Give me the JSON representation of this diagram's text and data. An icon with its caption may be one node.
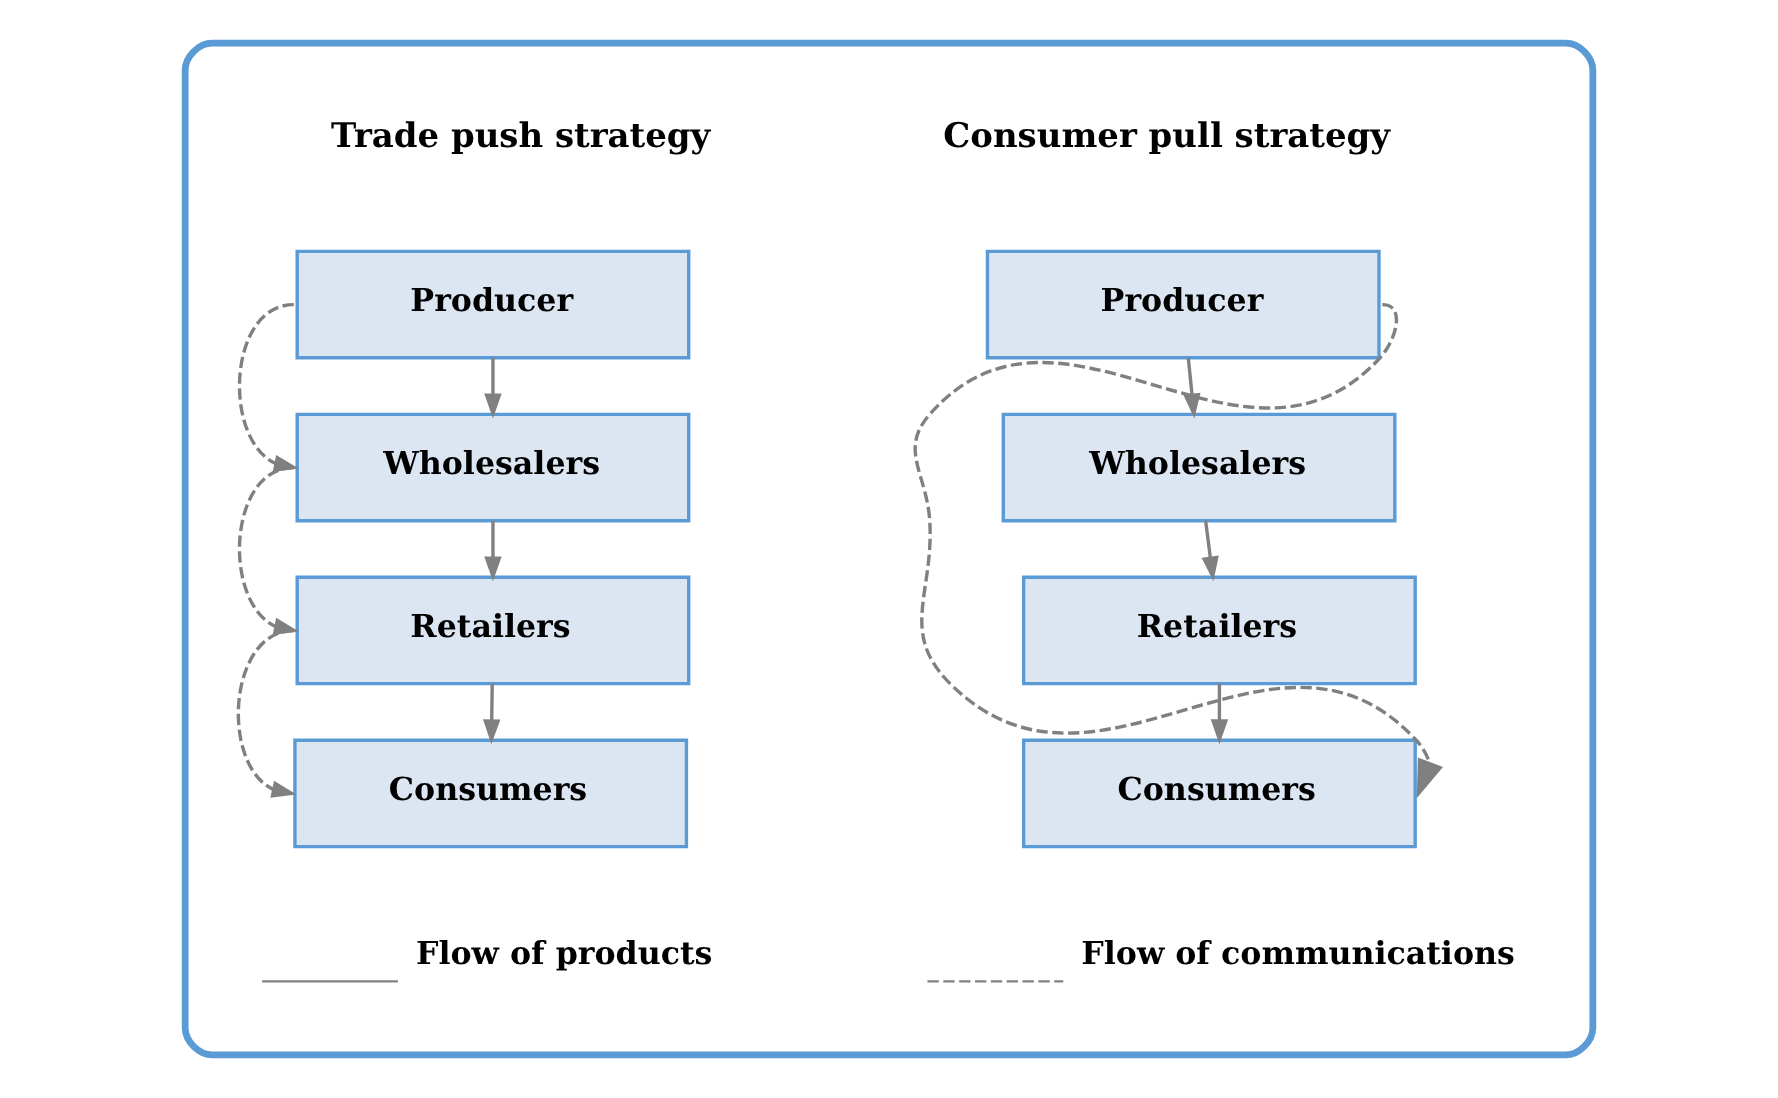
{
  "diagram": {
    "nodes": [
      {
        "text": [],
        "shape": "box"
      },
      {
        "text": [
          "Producer"
        ],
        "in": 0
      },
      {
        "text": [
          "Wholesalers"
        ],
        "in": 0
      },
      {
        "text": [
          "Retailers"
        ],
        "in": 0
      },
      {
        "text": [
          "Consumers"
        ],
        "in": 0
      },
      {
        "text": [
          "Producer"
        ],
        "in": 0
      },
      {
        "text": [
          "Wholesalers"
        ],
        "in": 0
      },
      {
        "text": [
          "Retailers"
        ],
        "in": 0
      },
      {
        "text": [
          "Consumers"
        ],
        "in": 0
      }
    ],
    "edges": [
      {
        "from": 1,
        "to": 2,
        "arrow": "to"
      },
      {
        "from": 2,
        "to": 3,
        "arrow": "to"
      },
      {
        "from": 3,
        "to": 4,
        "arrow": "to"
      },
      {
        "from": 1,
        "to": 2,
        "arrow": "to",
        "style": "dashed"
      },
      {
        "from": 2,
        "to": 3,
        "arrow": "to",
        "style": "dashed"
      },
      {
        "from": 3,
        "to": 4,
        "arrow": "to",
        "style": "dashed"
      },
      {
        "from": 5,
        "to": 6,
        "arrow": "to"
      },
      {
        "from": 6,
        "to": 7,
        "arrow": "to"
      },
      {
        "from": 7,
        "to": 8,
        "arrow": "to"
      },
      {
        "from": 5,
        "to": 8,
        "arrow": "to",
        "style": "dashed"
      }
    ],
    "labels": [
      "Trade push strategy",
      "Consumer pull strategy"
    ],
    "legend": [
      {
        "text": "Flow of products"
      },
      {
        "text": "Flow of communications"
      }
    ]
  }
}
